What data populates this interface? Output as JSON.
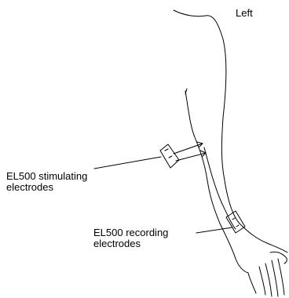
{
  "side_label": "Left",
  "stimulating": {
    "line1": "EL500 stimulating",
    "line2": "electrodes"
  },
  "recording": {
    "line1": "EL500 recording",
    "line2": "electrodes"
  }
}
